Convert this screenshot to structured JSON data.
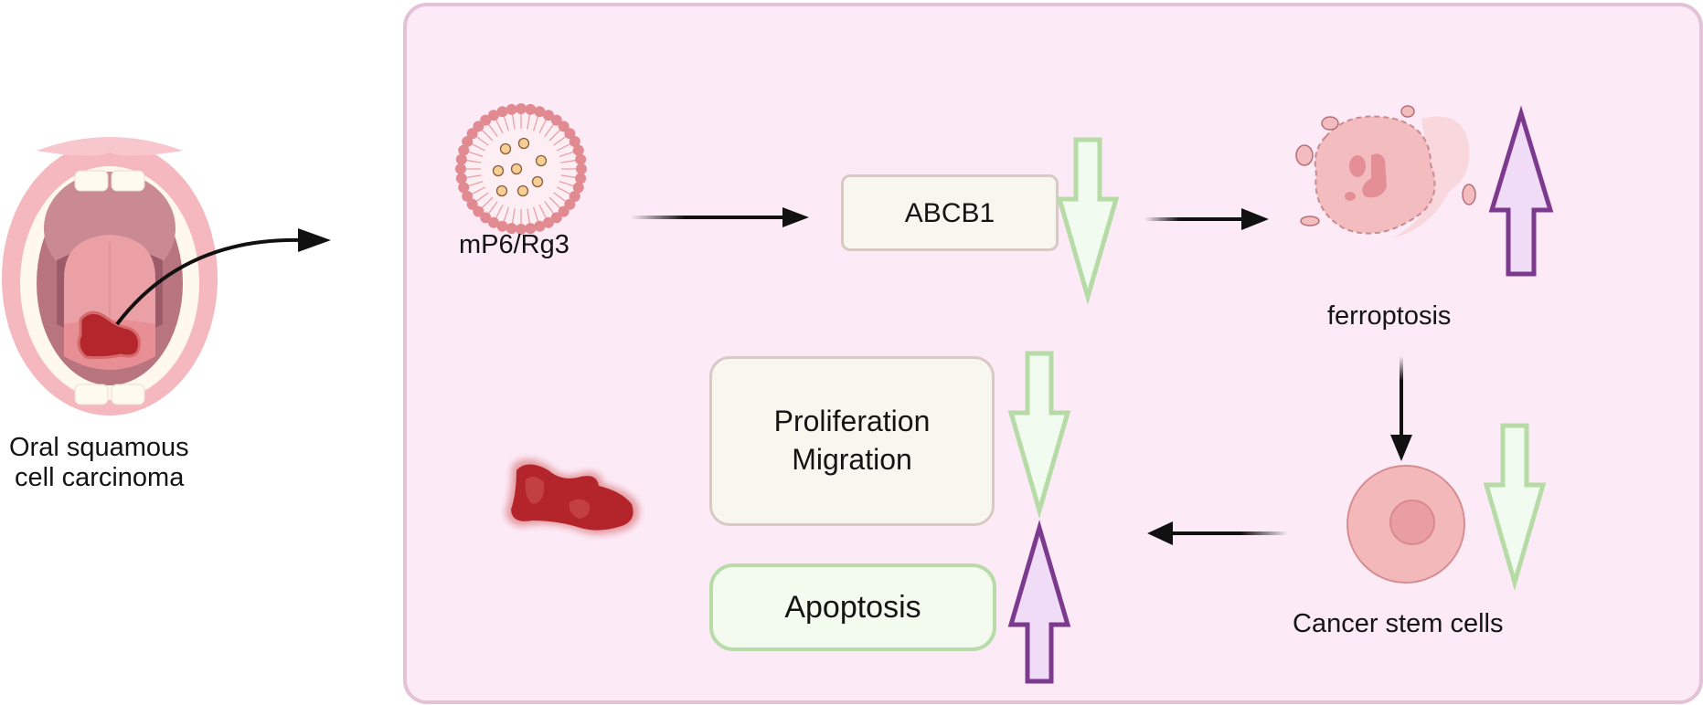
{
  "figure": {
    "left_label": [
      "Oral squamous",
      "cell carcinoma"
    ],
    "nodes": {
      "nanoparticle": {
        "label": "mP6/Rg3"
      },
      "abcb1": {
        "label": "ABCB1",
        "regulation": "down"
      },
      "ferroptosis": {
        "label": "ferroptosis",
        "regulation": "up"
      },
      "cancer_stem_cells": {
        "label": "Cancer stem cells",
        "regulation": "down"
      },
      "proliferation_migration": {
        "label_line1": "Proliferation",
        "label_line2": "Migration",
        "regulation": "down"
      },
      "apoptosis": {
        "label": "Apoptosis",
        "regulation": "up"
      }
    },
    "flow": [
      "Oral squamous cell carcinoma -> mP6/Rg3 panel",
      "mP6/Rg3 -> ABCB1",
      "ABCB1 -> ferroptosis",
      "ferroptosis -> Cancer stem cells",
      "Cancer stem cells -> Proliferation/Migration, Apoptosis"
    ],
    "colors": {
      "panel_fill": "#fcebf7",
      "panel_border": "#e3c1d6",
      "down_arrow": "#b7dba6",
      "up_arrow": "#7c3a8e",
      "up_arrow_fill": "#f0dcf6",
      "down_arrow_fill": "#f2fbef",
      "tumor": "#b3252a",
      "cell_pink": "#f3b9ba"
    }
  }
}
